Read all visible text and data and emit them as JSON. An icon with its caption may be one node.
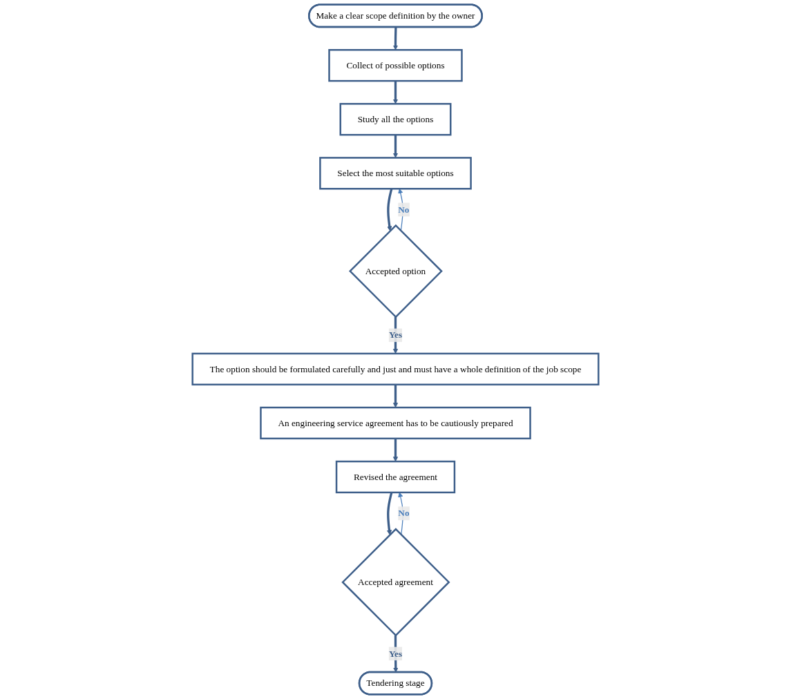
{
  "diagram": {
    "nodes": [
      {
        "text": [
          "Make a clear scope definition by the owner"
        ]
      },
      {
        "text": [
          "Collect of possible options"
        ]
      },
      {
        "text": [
          "Study all the options"
        ]
      },
      {
        "text": [
          "Select the most suitable options"
        ]
      },
      {
        "text": [
          "Accepted option"
        ]
      },
      {
        "text": [
          "The option should be formulated carefully and just and must have a whole definition of the job scope"
        ]
      },
      {
        "text": [
          "An engineering service agreement has to be cautiously prepared"
        ]
      },
      {
        "text": [
          "Revised the agreement"
        ]
      },
      {
        "text": [
          "Accepted agreement"
        ]
      },
      {
        "text": [
          "Tendering stage"
        ]
      }
    ],
    "edges": [
      {
        "from": 0,
        "to": 1,
        "arrow": "to"
      },
      {
        "from": 1,
        "to": 2,
        "arrow": "to"
      },
      {
        "from": 2,
        "to": 3,
        "arrow": "to"
      },
      {
        "from": 3,
        "to": 4,
        "arrow": "to"
      },
      {
        "from": 4,
        "to": 3,
        "arrow": "to",
        "label": "No",
        "color": "#4a7ebb"
      },
      {
        "from": 4,
        "to": 5,
        "arrow": "to",
        "label": "Yes"
      },
      {
        "from": 5,
        "to": 6,
        "arrow": "to"
      },
      {
        "from": 6,
        "to": 7,
        "arrow": "to"
      },
      {
        "from": 7,
        "to": 8,
        "arrow": "to"
      },
      {
        "from": 8,
        "to": 7,
        "arrow": "to",
        "label": "No",
        "color": "#4a7ebb"
      },
      {
        "from": 8,
        "to": 9,
        "arrow": "to",
        "label": "Yes"
      }
    ]
  }
}
